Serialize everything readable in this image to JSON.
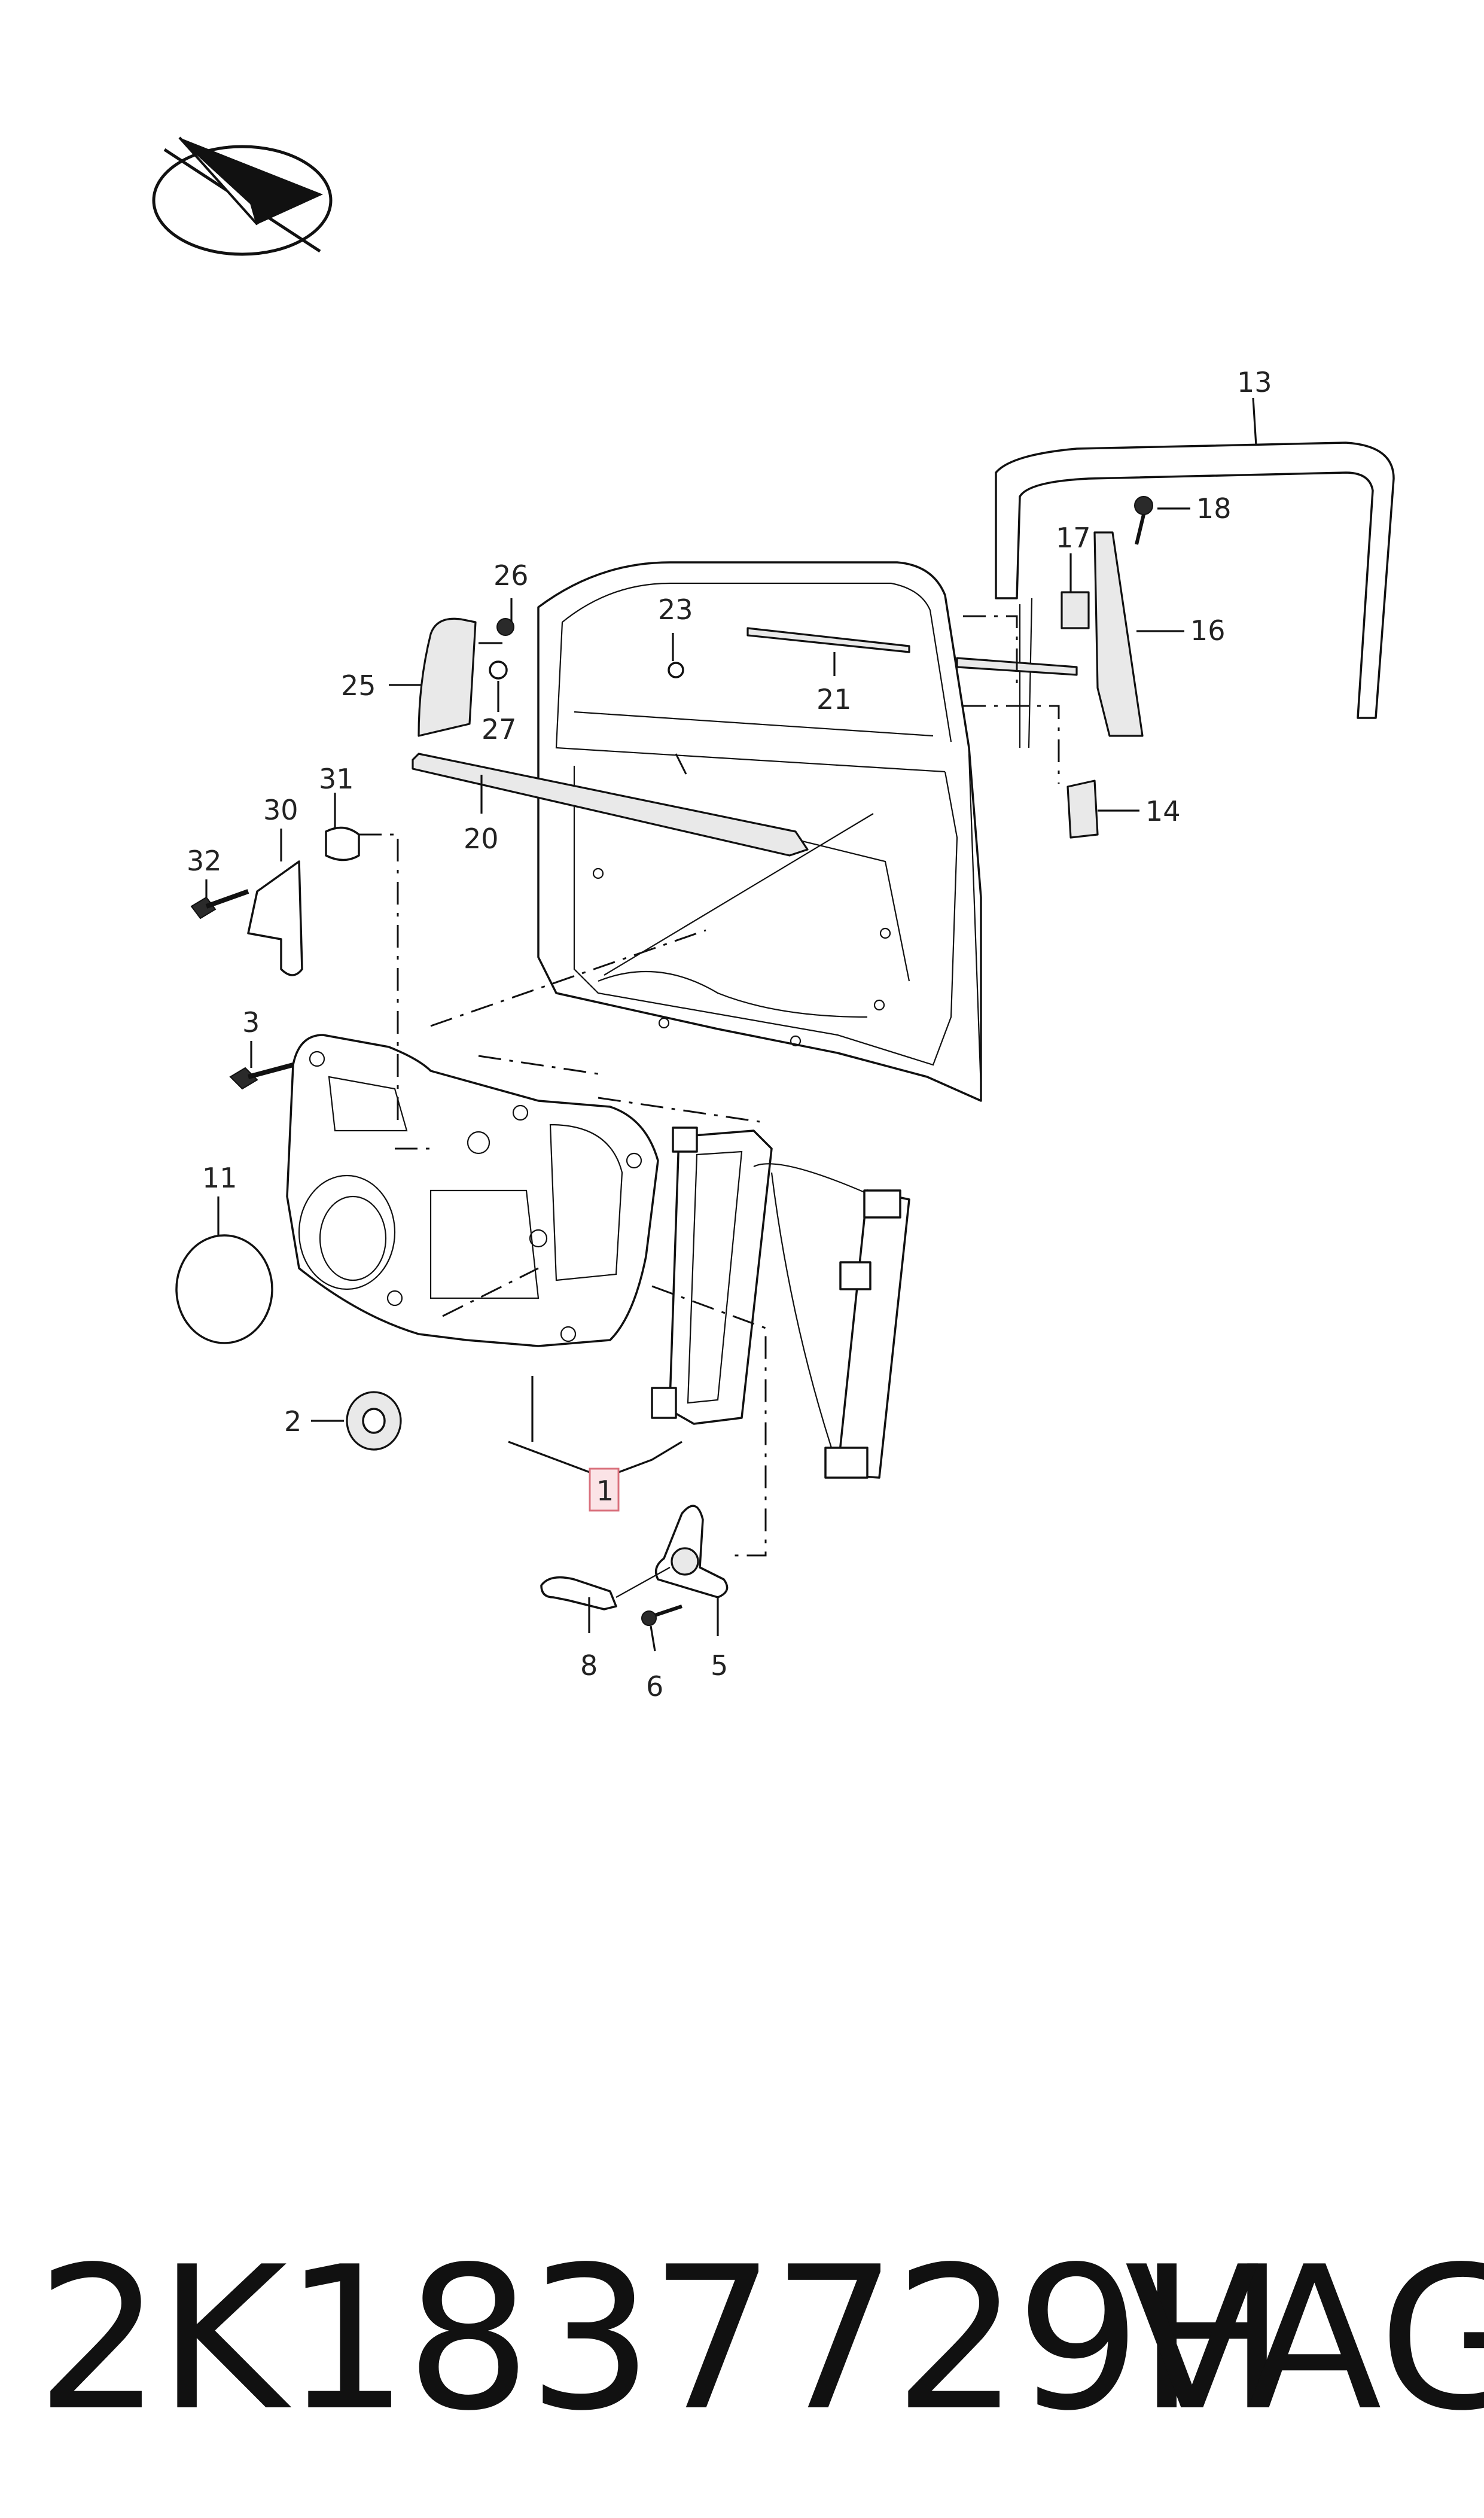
{
  "diagram": {
    "callouts": {
      "c1": "1",
      "c2": "2",
      "c3": "3",
      "c5": "5",
      "c6": "6",
      "c8": "8",
      "c11": "11",
      "c13": "13",
      "c14": "14",
      "c16": "16",
      "c17": "17",
      "c18": "18",
      "c20": "20",
      "c21": "21",
      "c23": "23",
      "c25": "25",
      "c26": "26",
      "c27": "27",
      "c30": "30",
      "c31": "31",
      "c32": "32"
    },
    "highlighted_callout": "1",
    "highlight_color": "#fbe3e6"
  },
  "footer": {
    "part_number": "2K1837729H",
    "brand": "VAG"
  }
}
